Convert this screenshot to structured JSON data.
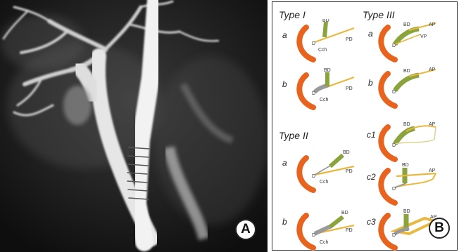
{
  "panel_a": {
    "badge": "A"
  },
  "panel_b": {
    "badge": "B",
    "colors": {
      "duodenum": "#e8641e",
      "bile_duct": "#8aa33a",
      "pancreatic_duct": "#e8b840",
      "common_channel_gray": "#9a9a9a",
      "label_text": "#333333"
    },
    "types": [
      {
        "title": "Type I",
        "items": [
          {
            "sub": "a",
            "labels": {
              "bd": "BD",
              "pd": "PD",
              "cch": "Cch",
              "d": "D"
            }
          },
          {
            "sub": "b",
            "labels": {
              "bd": "BD",
              "pd": "PD",
              "cch": "Cch",
              "d": "D"
            }
          }
        ]
      },
      {
        "title": "Type II",
        "items": [
          {
            "sub": "a",
            "labels": {
              "bd": "BD",
              "pd": "PD",
              "cch": "Cch",
              "d": "D"
            }
          },
          {
            "sub": "b",
            "labels": {
              "bd": "BD",
              "pd": "PD",
              "cch": "Cch",
              "d": "D"
            }
          }
        ]
      },
      {
        "title": "Type III",
        "items": [
          {
            "sub": "a",
            "labels": {
              "bd": "BD",
              "ap": "AP",
              "vp": "VP",
              "d": "D"
            }
          },
          {
            "sub": "b",
            "labels": {
              "bd": "BD",
              "ap": "AP",
              "d": "D"
            }
          },
          {
            "sub": "c1",
            "labels": {
              "bd": "BD",
              "ap": "AP",
              "d": "D"
            }
          },
          {
            "sub": "c2",
            "labels": {
              "bd": "BD",
              "ap": "AP",
              "d": "D"
            }
          },
          {
            "sub": "c3",
            "labels": {
              "bd": "BD",
              "ap": "AP",
              "d": "D"
            }
          }
        ]
      }
    ]
  }
}
